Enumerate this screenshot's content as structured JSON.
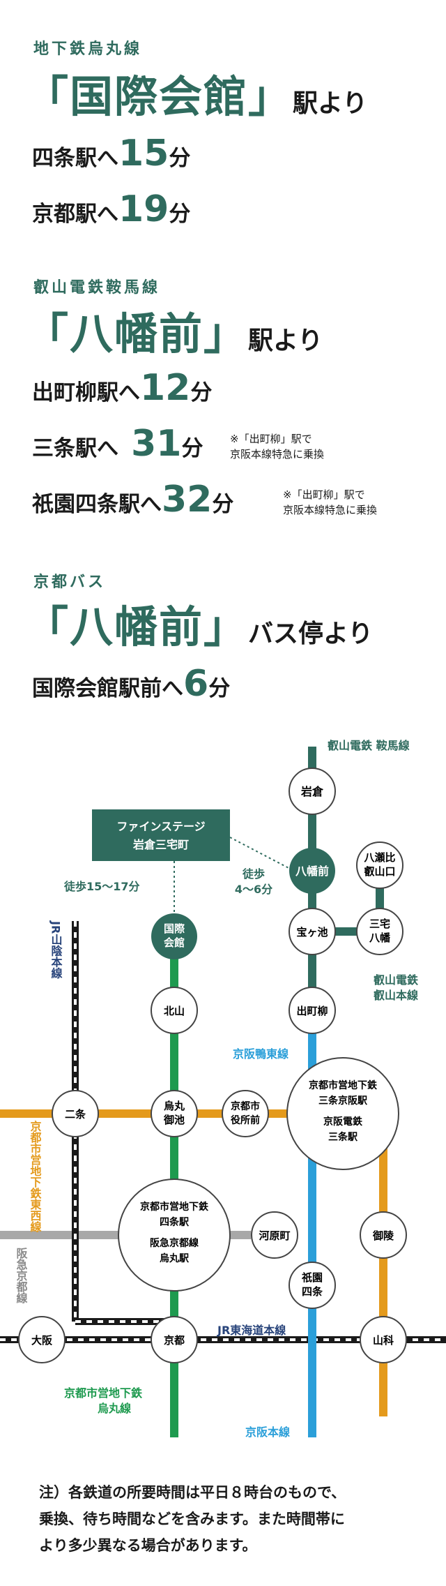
{
  "sections": [
    {
      "line": "地下鉄烏丸線",
      "station": "「国際会館」",
      "suffix": "駅より",
      "routes": [
        {
          "to": "四条駅へ",
          "minutes": "15",
          "unit": "分",
          "note": ""
        },
        {
          "to": "京都駅へ",
          "minutes": "19",
          "unit": "分",
          "note": ""
        }
      ]
    },
    {
      "line": "叡山電鉄鞍馬線",
      "station": "「八幡前」",
      "suffix": "駅より",
      "routes": [
        {
          "to": "出町柳駅へ",
          "minutes": "12",
          "unit": "分",
          "note": ""
        },
        {
          "to": "三条駅へ",
          "minutes": " 31",
          "unit": "分",
          "note": "※「出町柳」駅で\n京阪本線特急に乗換"
        },
        {
          "to": "祇園四条駅へ",
          "minutes": "32",
          "unit": "分",
          "note": "※「出町柳」駅で\n京阪本線特急に乗換"
        }
      ]
    },
    {
      "line": "京都バス",
      "station": "「八幡前」",
      "suffix": "バス停より",
      "routes": [
        {
          "to": "国際会館駅前へ",
          "minutes": "6",
          "unit": "分",
          "note": ""
        }
      ]
    }
  ],
  "map": {
    "property_box": [
      "ファインステージ",
      "岩倉三宅町"
    ],
    "walk_label_1": "徒歩15〜17分",
    "walk_label_2": [
      "徒歩",
      "4〜6分"
    ],
    "lines": {
      "eizan_kurama": "叡山電鉄 鞍馬線",
      "eizan_main": [
        "叡山電鉄",
        "叡山本線"
      ],
      "keihan_kamo": "京阪鴨東線",
      "keihan_main": "京阪本線",
      "jr_sanin": "JR山陰本線",
      "tozai": "京都市営地下鉄東西線",
      "hankyu": "阪急京都線",
      "jr_tokaido": "JR東海道本線",
      "karasuma": [
        "京都市営地下鉄",
        "烏丸線"
      ]
    },
    "stations": {
      "iwakura": "岩倉",
      "hachimanmae": "八幡前",
      "yasehiei": [
        "八瀬比",
        "叡山口"
      ],
      "miyake": [
        "三宅",
        "八幡"
      ],
      "takaragaike": "宝ヶ池",
      "demachiyanagi": "出町柳",
      "kokusaikaikan": [
        "国際",
        "会館"
      ],
      "kitayama": "北山",
      "nijo": "二条",
      "karasumaoike": [
        "烏丸",
        "御池"
      ],
      "shiyakusho": [
        "京都市",
        "役所前"
      ],
      "sanjo": [
        "京都市営地下鉄",
        "三条京阪駅",
        "京阪電鉄",
        "三条駅"
      ],
      "shijo": [
        "京都市営地下鉄",
        "四条駅",
        "阪急京都線",
        "烏丸駅"
      ],
      "kawaramachi": "河原町",
      "gion": [
        "祇園",
        "四条"
      ],
      "misasagi": "御陵",
      "osaka": "大阪",
      "kyoto": "京都",
      "yamashina": "山科"
    },
    "colors": {
      "karasuma": "#1e9a4f",
      "eizan": "#2f6b5e",
      "keihan": "#2b9fd9",
      "tozai": "#e49a1c",
      "hankyu": "#a8a8a8",
      "jr": "#1a1a1a",
      "accent": "#2f6b5e",
      "navy": "#27437a"
    }
  },
  "footnote": "注）各鉄道の所要時間は平日８時台のもので、\n乗換、待ち時間などを含みます。また時間帯に\nより多少異なる場合があります。"
}
